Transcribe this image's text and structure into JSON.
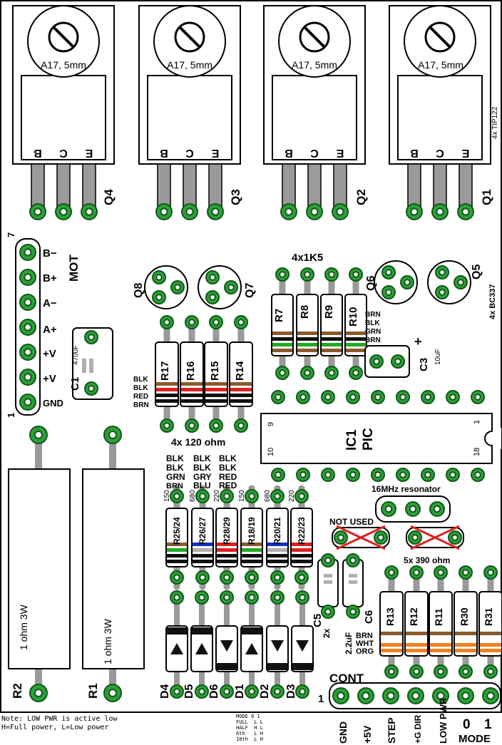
{
  "colors": {
    "pad": "#2e9e3a",
    "pad_dark": "#0f5a17",
    "lead": "#9a9a9a",
    "resistor_body": "#ffffff",
    "outline": "#000000",
    "brown": "#8b5a2b",
    "black": "#111111",
    "red": "#e02020",
    "green": "#22aa22",
    "blue": "#1133cc",
    "grey": "#b0b0b0",
    "white": "#ffffff",
    "orange": "#f08020",
    "cross": "#e02020"
  },
  "transistors_tip": {
    "pot_label": "A17, 5mm",
    "pins": [
      "B",
      "C",
      "E"
    ],
    "names": [
      "Q4",
      "Q3",
      "Q2",
      "Q1"
    ],
    "count_note": "4x TIP122"
  },
  "mot": {
    "title": "MOT",
    "pin_first": "7",
    "pin_last": "1",
    "labels": [
      "B−",
      "B+",
      "A−",
      "A+",
      "+V",
      "+V",
      "GND"
    ]
  },
  "c1": {
    "name": "C1",
    "value": "470uF"
  },
  "small_transistors": {
    "names": [
      "Q8",
      "Q7",
      "Q6",
      "Q5"
    ],
    "count_note": "4x BC337"
  },
  "r_top": {
    "title": "4x1K5",
    "names": [
      "R7",
      "R8",
      "R9",
      "R10"
    ],
    "bands": [
      "BRN",
      "BLK",
      "GRN",
      "BRN"
    ]
  },
  "c3": {
    "name": "C3",
    "plus": "+",
    "value": "10uF"
  },
  "r_mid": {
    "names": [
      "R17",
      "R16",
      "R15",
      "R14"
    ],
    "bands": [
      "BLK",
      "BLK",
      "RED",
      "BRN"
    ],
    "caption": "4x 120 ohm"
  },
  "ic1": {
    "name": "IC1",
    "type": "PIC",
    "pin9": "9",
    "pin1": "1",
    "pin10": "10",
    "pin18": "18"
  },
  "resonator": {
    "label": "16MHz resonator"
  },
  "r_power": {
    "left": {
      "name": "R2",
      "value": "1 ohm 3W"
    },
    "right": {
      "name": "R1",
      "value": "1 ohm 3W"
    }
  },
  "r_current": {
    "band_cols": [
      [
        "BLK",
        "BLK",
        "GRN",
        "BRN"
      ],
      [
        "BLK",
        "BLK",
        "GRY",
        "BLU"
      ],
      [
        "BLK",
        "BLK",
        "RED",
        "RED"
      ]
    ],
    "values": [
      "150",
      "680",
      "220",
      "150",
      "680",
      "220"
    ],
    "names": [
      "R25/24",
      "R26/27",
      "R28/29",
      "R18/19",
      "R20/21",
      "R22/23"
    ]
  },
  "not_used": "NOT USED",
  "r_390": {
    "caption": "5x 390 ohm",
    "names": [
      "R13",
      "R12",
      "R11",
      "R30",
      "R31"
    ],
    "bands": [
      "BRN",
      "WHT",
      "ORG"
    ]
  },
  "c5c6": {
    "c5": "C5",
    "c6": "C6",
    "qty": "2x",
    "value": "2.2uF"
  },
  "diodes": [
    "D4",
    "D5",
    "D6",
    "D1",
    "D2",
    "D3"
  ],
  "cont": {
    "title": "CONT",
    "pin_first": "1",
    "labels": [
      "GND",
      "+5V",
      "STEP",
      "+G DIR",
      "LOW PWR"
    ],
    "mode_bits": [
      "0",
      "1"
    ],
    "mode_title": "MODE"
  },
  "notes": {
    "line1": "Note: LOW PWR is active low",
    "line2": "H=Full power, L=Low power"
  },
  "mode_table": {
    "header": "MODE 0 1",
    "rows": [
      "FULL  L L",
      "HALF  H L",
      "6th   L H",
      "18th  L H"
    ]
  }
}
